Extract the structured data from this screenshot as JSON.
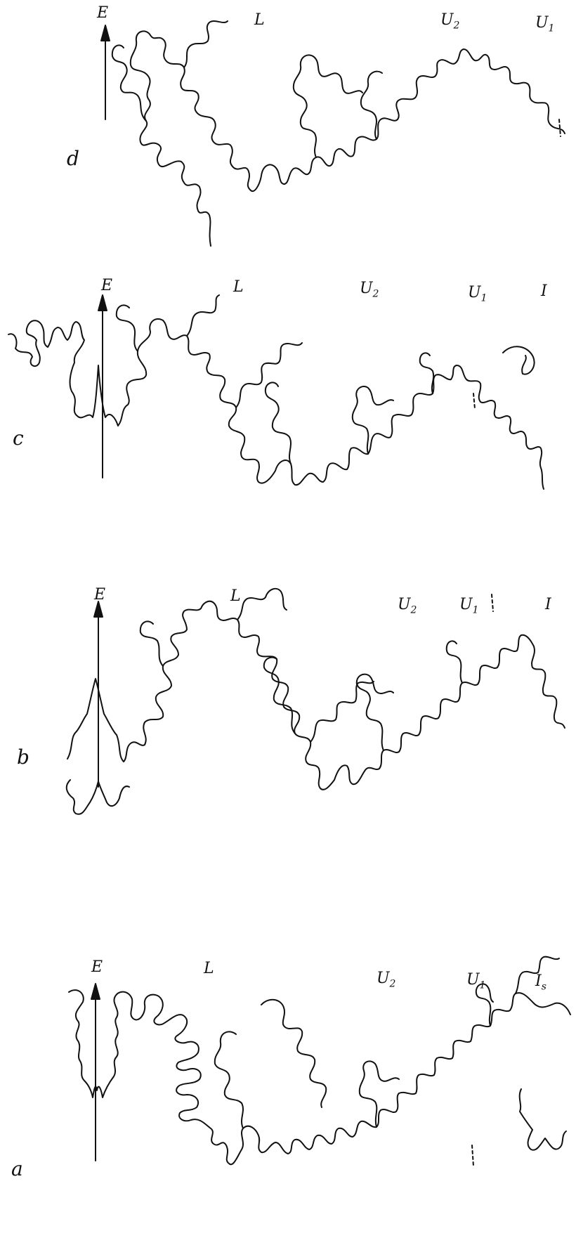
{
  "panels": [
    {
      "id": "d",
      "label": "d",
      "saddle_labels": {
        "E": "E",
        "L": "L",
        "U2": "U",
        "U2_sub": "2",
        "U1": "U",
        "U1_sub": "1"
      }
    },
    {
      "id": "c",
      "label": "c",
      "saddle_labels": {
        "E": "E",
        "L": "L",
        "U2": "U",
        "U2_sub": "2",
        "U1": "U",
        "U1_sub": "1",
        "I": "I"
      }
    },
    {
      "id": "b",
      "label": "b",
      "saddle_labels": {
        "E": "E",
        "L": "L",
        "U2": "U",
        "U2_sub": "2",
        "U1": "U",
        "U1_sub": "1",
        "I": "I"
      }
    },
    {
      "id": "a",
      "label": "a",
      "saddle_labels": {
        "E": "E",
        "L": "L",
        "U2": "U",
        "U2_sub": "2",
        "U1": "U",
        "U1_sub": "1",
        "I": "I",
        "I_sub": "s"
      }
    }
  ]
}
